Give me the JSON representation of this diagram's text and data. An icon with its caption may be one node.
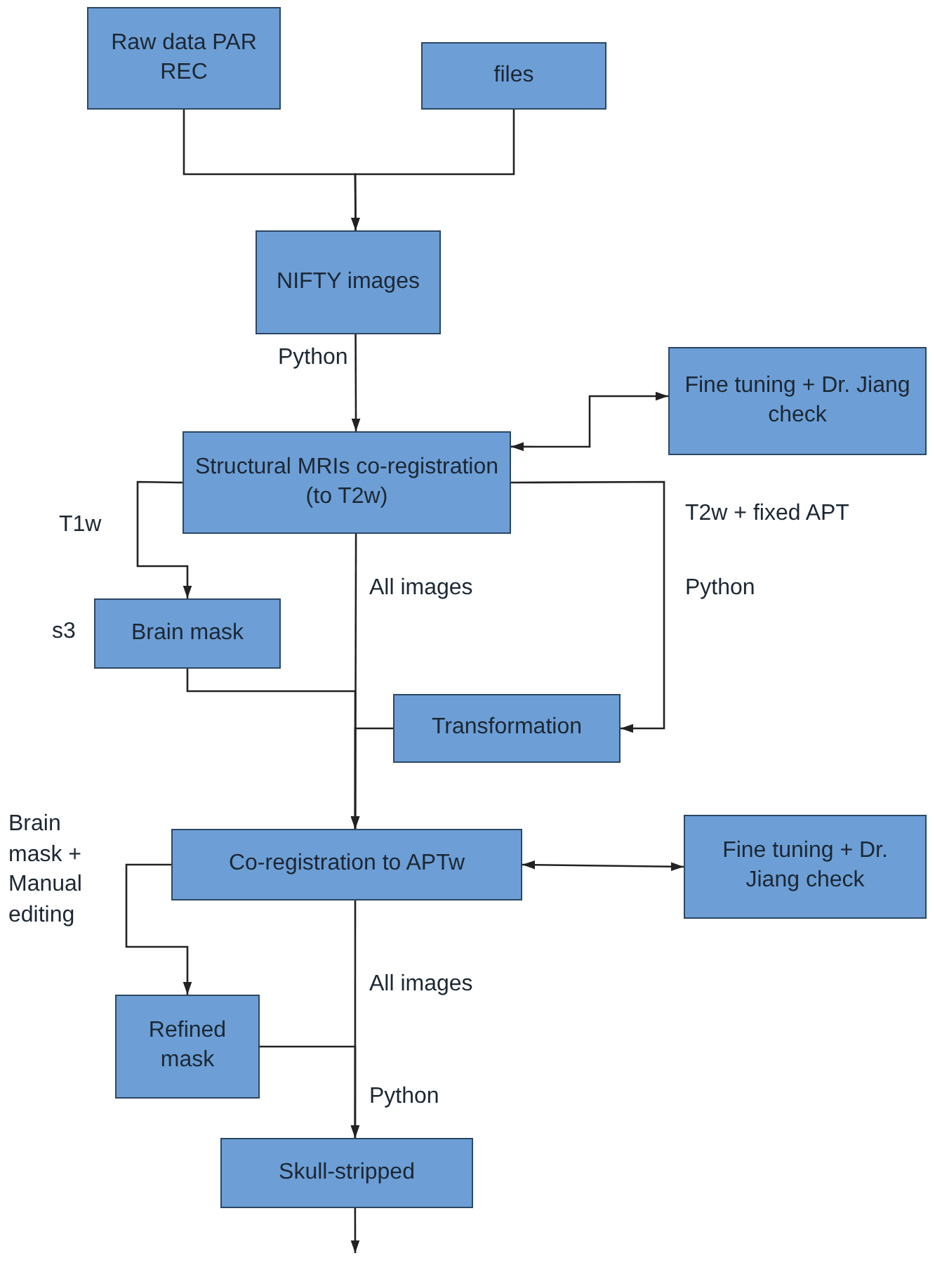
{
  "diagram": {
    "nodes": [
      {
        "text": [
          "Raw data PAR REC"
        ]
      },
      {
        "text": [
          "files"
        ]
      },
      {
        "text": [
          "NIFTY images"
        ]
      },
      {
        "text": [
          "Fine tuning + Dr. Jiang check"
        ]
      },
      {
        "text": [
          "Structural MRIs co-registration (to T2w)"
        ]
      },
      {
        "text": [
          "Brain mask"
        ],
        "beside": [
          "s3"
        ]
      },
      {
        "text": [
          "Transformation"
        ]
      },
      {
        "text": [
          "Co-registration to APTw"
        ]
      },
      {
        "text": [
          "Fine tuning + Dr. Jiang check"
        ]
      },
      {
        "text": [
          "Refined mask"
        ]
      },
      {
        "text": [
          "Skull-stripped"
        ]
      }
    ],
    "edges": [
      {
        "from": 0,
        "to": 2,
        "arrow": "to"
      },
      {
        "from": 1,
        "to": 2,
        "arrow": "to"
      },
      {
        "from": 2,
        "to": 4,
        "arrow": "to",
        "label": "Python"
      },
      {
        "from": 3,
        "to": 4,
        "arrow": "both"
      },
      {
        "from": 4,
        "to": 5,
        "arrow": "to",
        "label": "T1w"
      },
      {
        "from": 4,
        "to": 6,
        "arrow": "to",
        "label": "T2w + fixed APT"
      },
      {
        "from": 4,
        "to": 7,
        "arrow": "to",
        "label": "All images"
      },
      {
        "from": 5,
        "to": 7,
        "arrow": "to"
      },
      {
        "from": 6,
        "to": 7,
        "arrow": "to"
      },
      {
        "from": 7,
        "to": 8,
        "arrow": "both"
      },
      {
        "from": 7,
        "to": 9,
        "arrow": "to",
        "label": "Brain mask + Manual editing"
      },
      {
        "from": 7,
        "to": 10,
        "arrow": "to",
        "label": "All images"
      },
      {
        "from": 9,
        "to": 10,
        "arrow": "to"
      },
      {
        "from": 10,
        "to": null,
        "arrow": "to"
      }
    ],
    "labels": [
      "Python",
      "Python"
    ]
  }
}
